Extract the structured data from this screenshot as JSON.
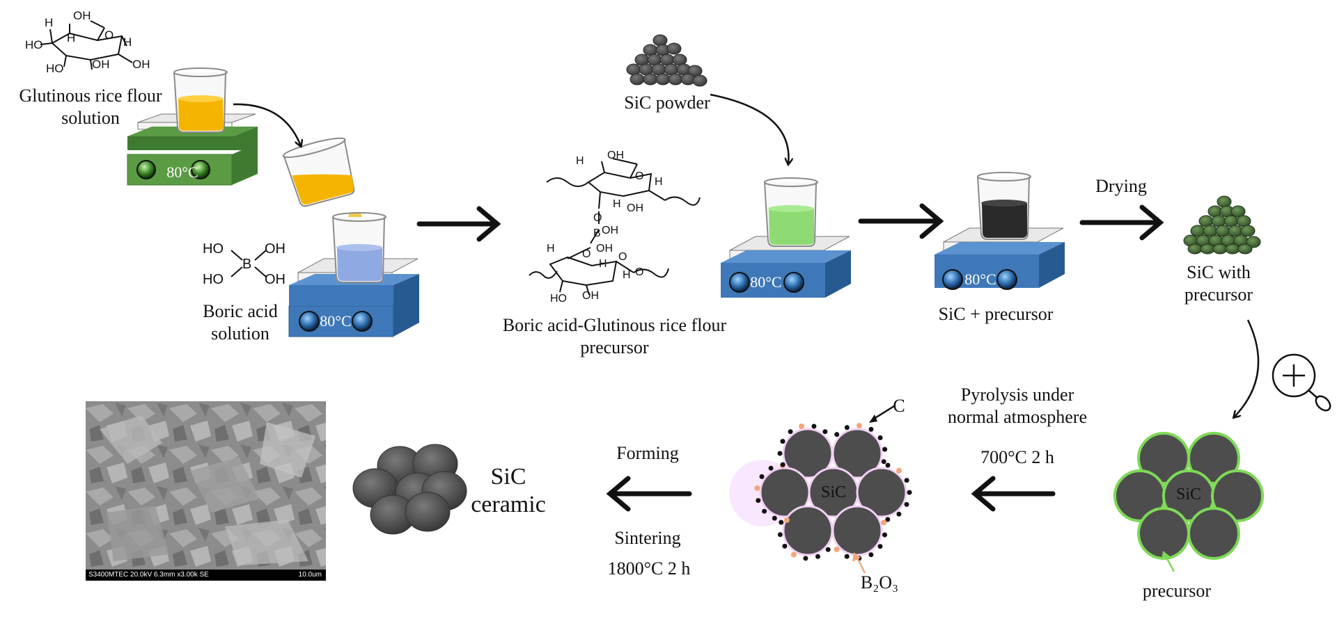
{
  "labels": {
    "glutinous": [
      "Glutinous rice flour",
      "solution"
    ],
    "boric": [
      "Boric acid",
      "solution"
    ],
    "precursor": [
      "Boric acid-Glutinous rice flour",
      "precursor"
    ],
    "sic_powder": "SiC powder",
    "sic_plus_precursor": "SiC + precursor",
    "drying": "Drying",
    "sic_with_precursor": [
      "SiC with",
      "precursor"
    ],
    "pyrolysis": [
      "Pyrolysis under",
      "normal atmosphere"
    ],
    "pyrolysis_cond": "700°C 2 h",
    "forming": "Forming",
    "sintering": "Sintering",
    "sintering_cond": "1800°C 2 h",
    "sic_ceramic": [
      "SiC",
      "ceramic"
    ],
    "precursor_pointer": "precursor",
    "carbon": "C",
    "b2o3": "B₂O₃",
    "sic_center": "SiC",
    "sic_center2": "SiC"
  },
  "hotplate_temp": "80°C",
  "molecule_labels": {
    "H": "H",
    "OH": "OH",
    "HO": "HO",
    "O": "O",
    "B": "B"
  },
  "sem": {
    "instrument": "S3400MTEC 20.0kV 6.3mm x3.00k SE",
    "scale": "10.0um"
  },
  "colors": {
    "hotplate_green": "#5b9b44",
    "hotplate_blue": "#3e78b8",
    "liquid_orange": "#f5b400",
    "liquid_blue": "#8fa9e3",
    "liquid_green": "#8ddb72",
    "liquid_black": "#2a2a2a",
    "particle": "#555555",
    "precursor_shell": "#7ed957",
    "b2o3_dot": "#f2a77a"
  }
}
